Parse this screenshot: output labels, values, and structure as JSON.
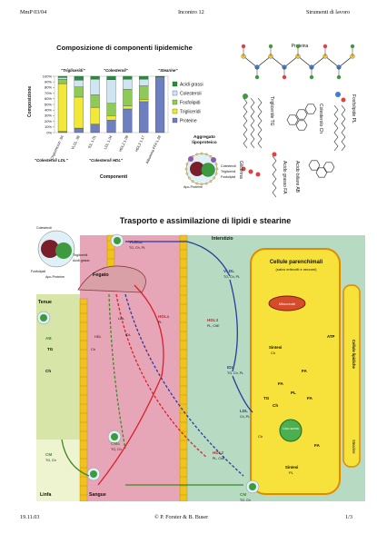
{
  "header": {
    "left": "MmP 03/04",
    "center": "Incontro 12",
    "right": "Strumenti di lavoro"
  },
  "footer": {
    "left": "19.11.03",
    "center": "© P. Forster & B. Buser",
    "right": "1/3"
  },
  "colors": {
    "acidi_grassi": "#2e8b3e",
    "colesteroli": "#cfe6f2",
    "fosfolipidi": "#8fca59",
    "trigliceridi": "#f1e83a",
    "proteine": "#6d7fbf",
    "blood": "#e7a6b8",
    "intestine": "#d7e6a8",
    "interstitium": "#b6dbc2",
    "cell": "#f6e23a",
    "vessel": "#f1c21c"
  },
  "chart": {
    "title": "Composizione di componenti lipidemiche",
    "ylabel": "Composizione",
    "xlabel": "Componenti",
    "top_labels": [
      "\"Trigliceridi\"",
      "\"Colesteroli\"",
      "\"Stearine\""
    ],
    "bottom_labels": [
      "\"Colesteroli LDL\"",
      "\"Colesteroli HDL\""
    ]
  },
  "chart_data": {
    "type": "bar",
    "stacked": true,
    "categories": [
      "Chylomicron .94",
      "VLDL .98",
      "IDL 1.01",
      "LDL 1.04",
      "HDL2 1.09",
      "HDL3 1.17",
      "Albumina FFA 1.28"
    ],
    "ylim": [
      0,
      100
    ],
    "yticks": [
      "0%",
      "10%",
      "20%",
      "30%",
      "40%",
      "50%",
      "60%",
      "70%",
      "80%",
      "90%",
      "100%"
    ],
    "series": [
      {
        "name": "Proteine",
        "values": [
          2,
          8,
          15,
          22,
          42,
          55,
          99
        ]
      },
      {
        "name": "Trigliceridi",
        "values": [
          85,
          55,
          30,
          8,
          5,
          4,
          0
        ]
      },
      {
        "name": "Fosfolipidi",
        "values": [
          8,
          18,
          22,
          22,
          30,
          24,
          0
        ]
      },
      {
        "name": "Colesteroli",
        "values": [
          3,
          12,
          28,
          42,
          18,
          12,
          0
        ]
      },
      {
        "name": "Acidi grassi",
        "values": [
          2,
          7,
          5,
          6,
          5,
          5,
          1
        ]
      }
    ],
    "legend_order": [
      "Acidi grassi",
      "Colesteroli",
      "Fosfolipidi",
      "Trigliceridi",
      "Proteine"
    ],
    "legend_position": "right"
  },
  "aggregate": {
    "title": "Aggregato lipoproteico",
    "parts": [
      "Colesteroli",
      "Trigliceridi",
      "Fosfolipidi",
      "Apo-Proteine"
    ]
  },
  "molecules": {
    "protein": "Proteina",
    "labels": [
      "Trigliceride TG",
      "Colesterolo Ch",
      "Fosfolipide PL",
      "Glicerina",
      "Acido grasso FA",
      "Acido biliare AB"
    ]
  },
  "diagram": {
    "title": "Trasporto e assimilazione di lipidi e stearine",
    "agg_parts": [
      "Colesteroli",
      "Trigliceridi",
      "Acidi grassi",
      "Fosfolipidi",
      "Apo-Proteine"
    ],
    "regions": {
      "intestine": "Tenue",
      "lymph": "Linfa",
      "blood": "Sangue",
      "interstitium": "Interstizio",
      "liver": "Fegato"
    },
    "cell": {
      "title": "Cellule parenchimali",
      "subtitle": "(salvo eritrociti e neuroni)",
      "organelle": "Mitocondri",
      "lysosome": "Liso-soma",
      "side": "Cellule lipidiche",
      "stearine": "Stearine"
    },
    "particles": {
      "vldl_a": "VLDLa",
      "vldl_a_sub": "TG, Ch, PL",
      "vldl": "VLDL",
      "vldl_sub": "TG, Ch, PL",
      "hdl_a": "HDLa",
      "hdl_a_sub": "PL",
      "hdl3": "HDL3",
      "hdl3_sub": "PL, ChE",
      "idl": "IDL",
      "idl_sub": "TG, Ch, PL",
      "ldl": "LDL",
      "ldl_sub": "Ch, PL",
      "hdl2": "HDL2",
      "hdl2_sub": "PL, ChE",
      "cm_a": "CMa",
      "cm_a_sub": "TG, Ch",
      "cm_lymph": "CM",
      "cm_lymph_sub": "TG, Ch",
      "cm": "CM",
      "cm_sub": "TG, Ch"
    },
    "small": {
      "ab": "AB",
      "tg": "TG",
      "ch_i": "Ch",
      "ch_l": "Ch",
      "hdl_l": "HDL",
      "ldl_l": "LDL",
      "idl_l": "IDL",
      "ch_box": "Ch"
    },
    "labels": {
      "sintesi1": "Sintesi",
      "sintesi1_sub": "Ch",
      "atp": "ATP",
      "fa1": "FA",
      "fa2": "FA",
      "fa3": "FA",
      "pl": "PL",
      "tg": "TG",
      "ch": "Ch",
      "sintesi2": "Sintesi",
      "sintesi2_sub": "PL",
      "fa4": "FA"
    }
  }
}
